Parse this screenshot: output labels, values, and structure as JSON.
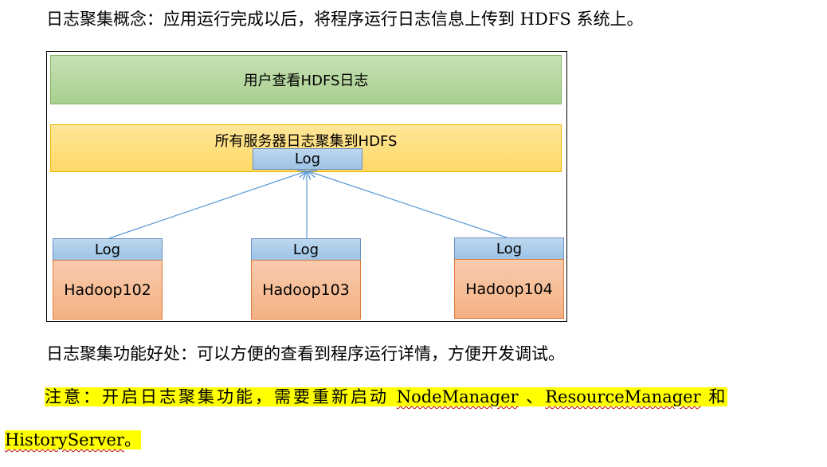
{
  "intro": "日志聚集概念：应用运行完成以后，将程序运行日志信息上传到 HDFS 系统上。",
  "diagram": {
    "top_label": "用户查看HDFS日志",
    "middle_label": "所有服务器日志聚集到HDFS",
    "aggregate_log": "Log",
    "nodes": [
      {
        "log": "Log",
        "name": "Hadoop102"
      },
      {
        "log": "Log",
        "name": "Hadoop103"
      },
      {
        "log": "Log",
        "name": "Hadoop104"
      }
    ]
  },
  "benefit": "日志聚集功能好处：可以方便的查看到程序运行详情，方便开发调试。",
  "note": {
    "prefix": "注意：开启日志聚集功能，需要重新启动 ",
    "service1": "NodeManager",
    "sep1": " 、",
    "service2": "ResourceManager",
    "sep2": " 和",
    "service3": "HistoryServer",
    "end": "。"
  }
}
